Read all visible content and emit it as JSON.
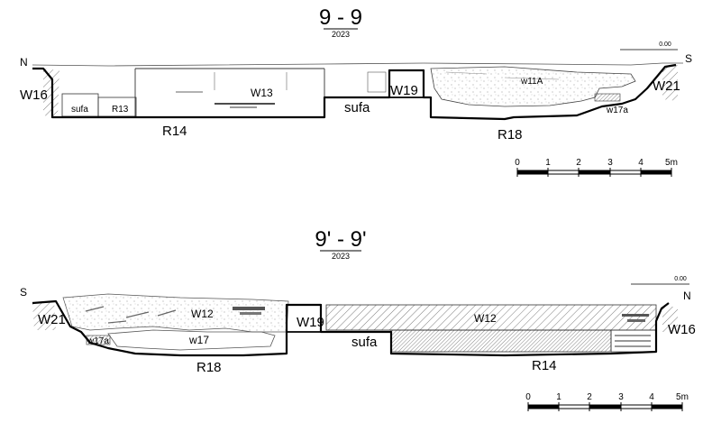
{
  "section_a": {
    "title": "9 - 9",
    "year": "2023",
    "datum": "0.00",
    "dir_left": "N",
    "dir_right": "S",
    "labels": {
      "w16": "W16",
      "sufa_small": "sufa",
      "r13": "R13",
      "r14": "R14",
      "w13": "W13",
      "sufa": "sufa",
      "w19": "W19",
      "w11a": "w11A",
      "r18": "R18",
      "w21": "W21",
      "w17a": "w17a"
    },
    "scale": {
      "ticks": [
        "0",
        "1",
        "2",
        "3",
        "4"
      ],
      "last": "5m"
    }
  },
  "section_b": {
    "title": "9' - 9'",
    "year": "2023",
    "datum": "0.00",
    "dir_left": "S",
    "dir_right": "N",
    "labels": {
      "w21": "W21",
      "w12_left": "W12",
      "w17a": "w17a",
      "w17": "w17",
      "r18": "R18",
      "w19": "W19",
      "sufa": "sufa",
      "w12_right": "W12",
      "r14": "R14",
      "w16": "W16"
    },
    "scale": {
      "ticks": [
        "0",
        "1",
        "2",
        "3",
        "4"
      ],
      "last": "5m"
    }
  }
}
